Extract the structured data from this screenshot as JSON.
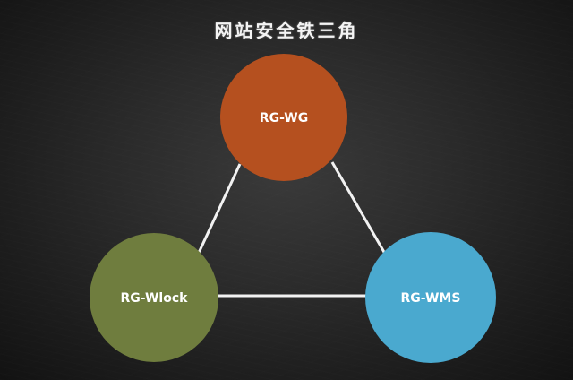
{
  "title": "网站安全铁三角",
  "nodes": [
    {
      "id": "wg",
      "label": "RG-WG",
      "color": "#b5501f"
    },
    {
      "id": "wlock",
      "label": "RG-Wlock",
      "color": "#6f7d3e"
    },
    {
      "id": "wms",
      "label": "RG-WMS",
      "color": "#4aa9cf"
    }
  ],
  "connections": [
    {
      "from": "wg",
      "to": "wlock"
    },
    {
      "from": "wg",
      "to": "wms"
    },
    {
      "from": "wlock",
      "to": "wms"
    }
  ],
  "colors": {
    "background": "#2b2b2b",
    "line": "#f2f2f2",
    "text": "#ffffff"
  }
}
